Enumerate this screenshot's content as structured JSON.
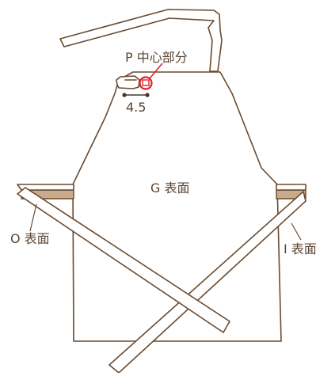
{
  "labels": {
    "p_center": "P 中心部分",
    "measurement": "4.5",
    "g_surface": "G 表面",
    "o_surface": "O 表面",
    "i_surface": "I 表面"
  },
  "colors": {
    "outline": "#6b4a2e",
    "text": "#5a4636",
    "accent": "#d9262b",
    "pocket_band": "#c8aa8c",
    "background": "#ffffff"
  }
}
